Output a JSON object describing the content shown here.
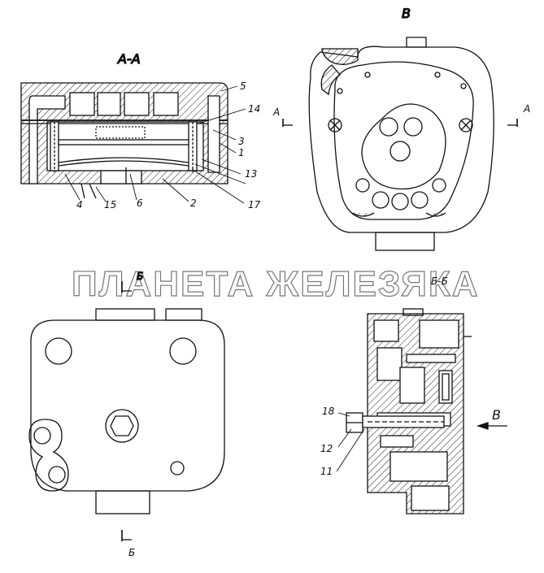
{
  "watermark": "ПЛАНЕТА ЖЕЛЕЗЯКА",
  "views": {
    "section_aa": "А-А",
    "view_b": "В",
    "section_bb": "Б-Б",
    "mark_b_top": "Б",
    "mark_b_bottom": "Б",
    "arrow_a_left": "А",
    "arrow_a_right": "А",
    "arrow_v": "В"
  },
  "callouts_aa": {
    "c5": "5",
    "c14": "14",
    "c3": "3",
    "c1": "1",
    "c13": "13",
    "c17": "17",
    "c2": "2",
    "c6": "6",
    "c15": "15",
    "c4": "4"
  },
  "callouts_bb": {
    "c18": "18",
    "c12": "12",
    "c11": "11"
  }
}
